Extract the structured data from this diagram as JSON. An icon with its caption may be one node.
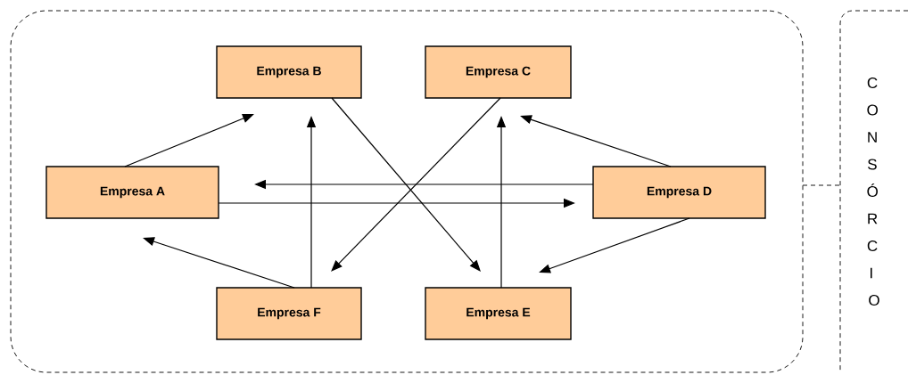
{
  "diagram": {
    "nodes": [
      {
        "text": [],
        "shape": "box"
      },
      {
        "text": [
          "Empresa B"
        ],
        "in": 0
      },
      {
        "text": [
          "Empresa C"
        ],
        "in": 0
      },
      {
        "text": [
          "Empresa A"
        ],
        "in": 0
      },
      {
        "text": [
          "Empresa D"
        ],
        "in": 0
      },
      {
        "text": [
          "Empresa F"
        ],
        "in": 0
      },
      {
        "text": [
          "Empresa E"
        ],
        "in": 0
      },
      {
        "text": [
          "CONSÓRCIO"
        ]
      }
    ],
    "edges": [
      {
        "from": 3,
        "to": 1,
        "arrow": "to"
      },
      {
        "from": 4,
        "to": 3,
        "arrow": "to"
      },
      {
        "from": 3,
        "to": 4,
        "arrow": "to"
      },
      {
        "from": 5,
        "to": 3,
        "arrow": "to"
      },
      {
        "from": 5,
        "to": 1,
        "arrow": "to"
      },
      {
        "from": 1,
        "to": 6,
        "arrow": "to"
      },
      {
        "from": 2,
        "to": 5,
        "arrow": "to"
      },
      {
        "from": 6,
        "to": 2,
        "arrow": "to"
      },
      {
        "from": 4,
        "to": 2,
        "arrow": "to"
      },
      {
        "from": 4,
        "to": 6,
        "arrow": "to"
      },
      {
        "from": 0,
        "to": 7,
        "arrow": "none",
        "style": "dashed"
      }
    ]
  }
}
